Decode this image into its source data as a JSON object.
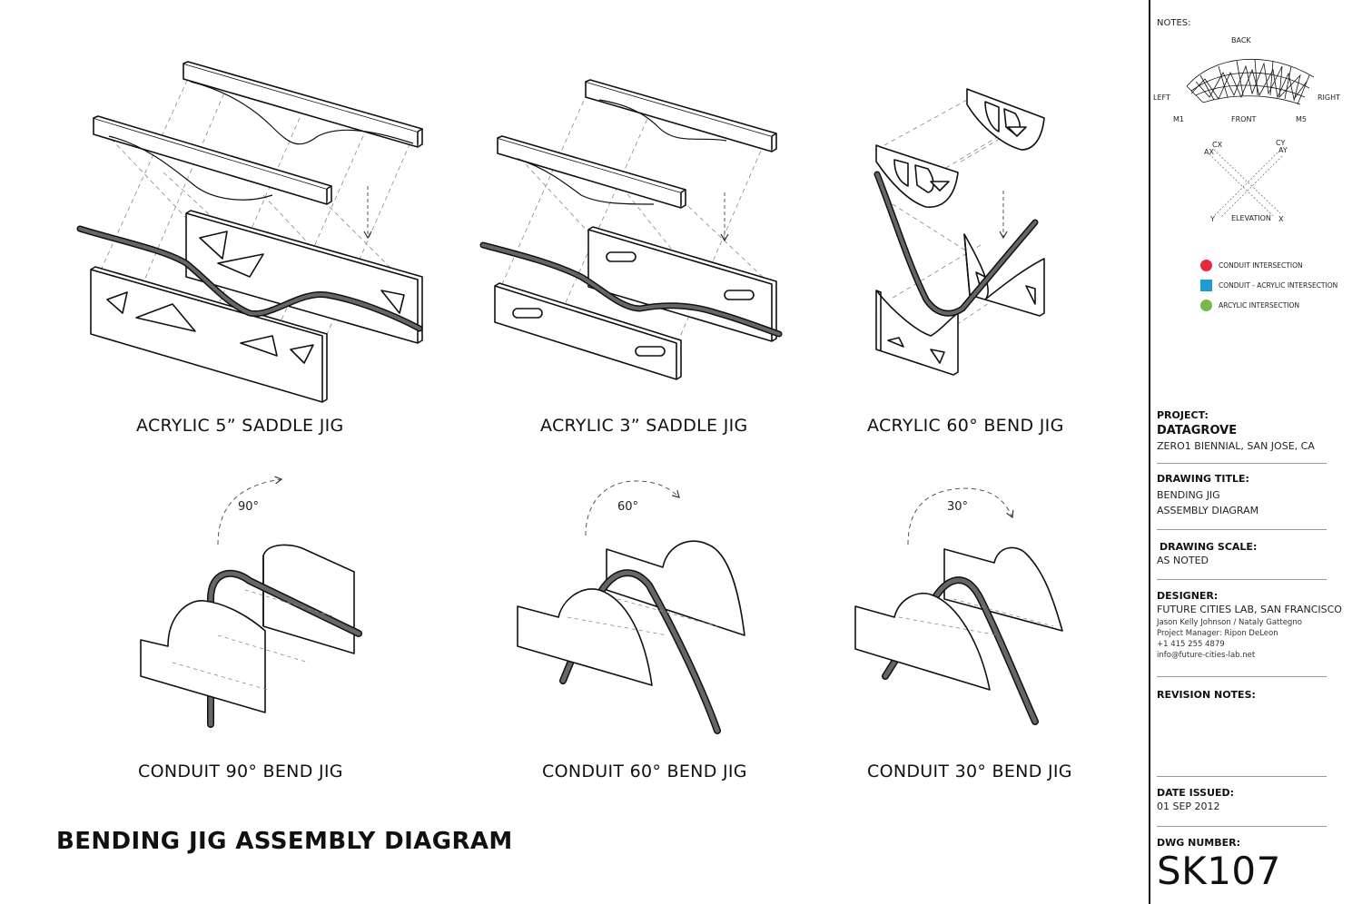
{
  "diagram": {
    "title": "BENDING JIG ASSEMBLY DIAGRAM",
    "panels": [
      {
        "caption": "ACRYLIC 5” SADDLE JIG"
      },
      {
        "caption": "ACRYLIC 3” SADDLE JIG"
      },
      {
        "caption": "ACRYLIC  60° BEND JIG"
      },
      {
        "caption": "CONDUIT 90° BEND JIG",
        "angle": "90°"
      },
      {
        "caption": "CONDUIT 60° BEND JIG",
        "angle": "60°"
      },
      {
        "caption": "CONDUIT 30° BEND JIG",
        "angle": "30°"
      }
    ]
  },
  "titleblock": {
    "notes_label": "NOTES:",
    "plan_labels": {
      "back": "BACK",
      "left": "LEFT",
      "right": "RIGHT",
      "front": "FRONT",
      "m1": "M1",
      "m5": "M5"
    },
    "elevation_labels": {
      "cx": "CX",
      "ax": "AX",
      "cy": "CY",
      "ay": "AY",
      "y": "Y",
      "x": "X",
      "elevation": "ELEVATION"
    },
    "legend": [
      {
        "label": "CONDUIT INTERSECTION",
        "color": "#e8283c",
        "shape": "circle"
      },
      {
        "label": "CONDUIT - ACRYLIC INTERSECTION",
        "color": "#1f9bd0",
        "shape": "square"
      },
      {
        "label": "ARCYLIC INTERSECTION",
        "color": "#7ab648",
        "shape": "circle"
      }
    ],
    "project_label": "PROJECT:",
    "project_name": "DATAGROVE",
    "project_location": "ZERO1 BIENNIAL, SAN JOSE, CA",
    "drawing_title_label": "DRAWING TITLE:",
    "drawing_title_line1": "BENDING JIG",
    "drawing_title_line2": "ASSEMBLY DIAGRAM",
    "scale_label": "DRAWING SCALE:",
    "scale_value": "AS NOTED",
    "designer_label": "DESIGNER:",
    "designer_firm": "FUTURE CITIES LAB, SAN FRANCISCO",
    "designer_names": "Jason Kelly Johnson / Nataly Gattegno",
    "project_manager": "Project Manager: Ripon DeLeon",
    "phone": "+1 415 255 4879",
    "email": "info@future-cities-lab.net",
    "revision_label": "REVISION NOTES:",
    "date_label": "DATE ISSUED:",
    "date_value": "01 SEP 2012",
    "dwg_label": "DWG NUMBER:",
    "dwg_number": "SK107"
  },
  "colors": {
    "line": "#111111",
    "conduit": "#555555",
    "dash": "#777777"
  }
}
